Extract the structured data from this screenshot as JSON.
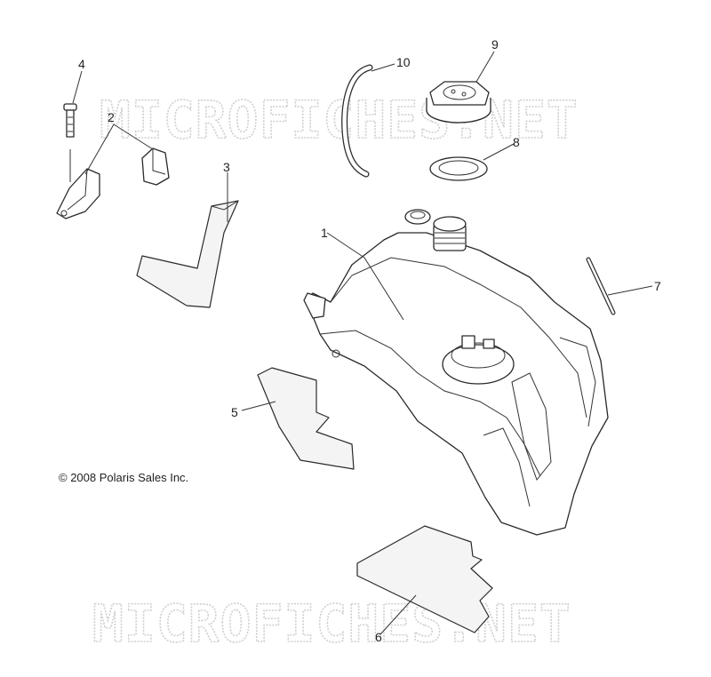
{
  "watermark": {
    "top": "MICROFICHES.NET",
    "bottom": "MICROFICHES.NET"
  },
  "copyright": "© 2008 Polaris Sales Inc.",
  "callouts": [
    {
      "id": "fuel-tank",
      "number": "1"
    },
    {
      "id": "bracket",
      "number": "2"
    },
    {
      "id": "pad-l",
      "number": "3"
    },
    {
      "id": "bolt",
      "number": "4"
    },
    {
      "id": "foam-pad",
      "number": "5"
    },
    {
      "id": "foam-pad-bottom",
      "number": "6"
    },
    {
      "id": "vent-tube",
      "number": "7"
    },
    {
      "id": "gasket-ring",
      "number": "8"
    },
    {
      "id": "fuel-cap",
      "number": "9"
    },
    {
      "id": "hose",
      "number": "10"
    }
  ]
}
